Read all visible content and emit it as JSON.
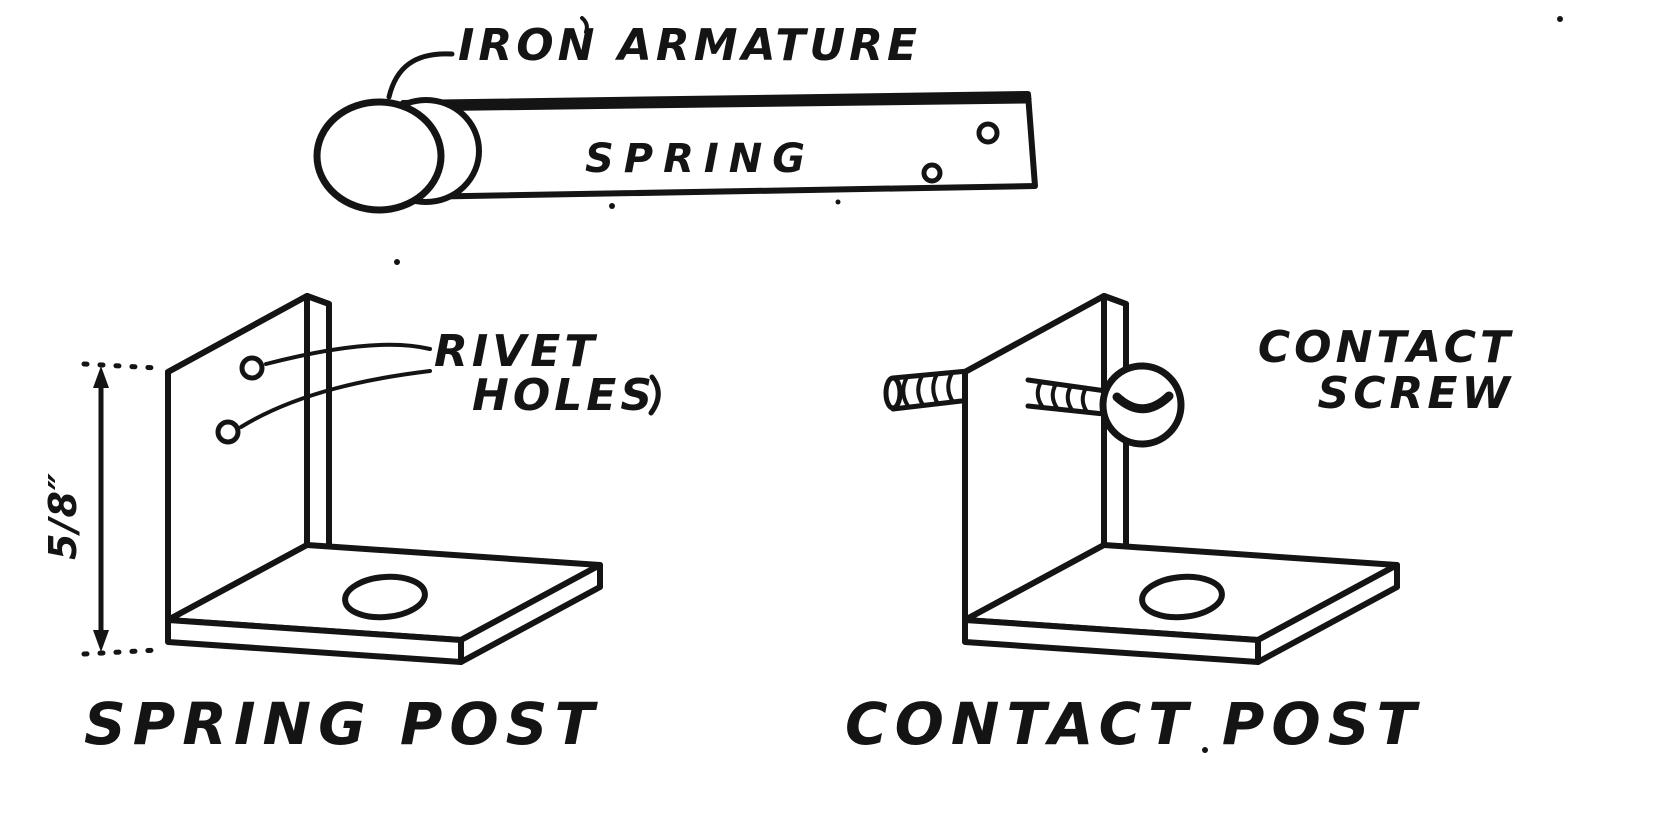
{
  "style": {
    "ink": "#141414",
    "paper": "#ffffff"
  },
  "figures": {
    "armature": {
      "label": "IRON ARMATURE",
      "part_label": "SPRING"
    },
    "spring_post": {
      "callout": {
        "line1": "RIVET",
        "line2": "HOLES"
      },
      "dimension": "5/8″",
      "caption": "SPRING POST"
    },
    "contact_post": {
      "callout": {
        "line1": "CONTACT",
        "line2": "SCREW"
      },
      "caption": "CONTACT POST"
    }
  }
}
